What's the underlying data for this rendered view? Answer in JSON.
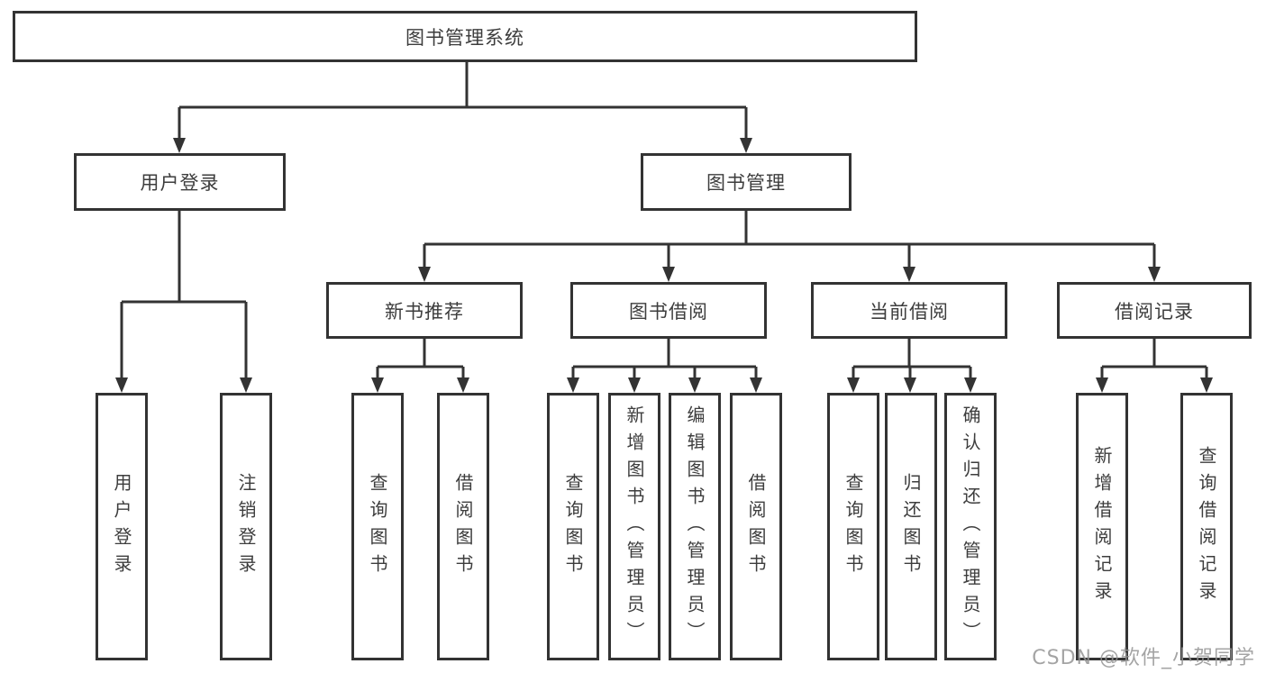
{
  "diagram": {
    "type": "tree-structure-chart",
    "colors": {
      "background": "#ffffff",
      "line": "#333333",
      "box_border": "#333333",
      "text": "#3d3d3d",
      "watermark": "#949494"
    },
    "nodes": {
      "root": {
        "label": "图书管理系统"
      },
      "login": {
        "label": "用户登录"
      },
      "mgmt": {
        "label": "图书管理"
      },
      "rec": {
        "label": "新书推荐"
      },
      "borrow": {
        "label": "图书借阅"
      },
      "current": {
        "label": "当前借阅"
      },
      "record": {
        "label": "借阅记录"
      },
      "login_user": {
        "label": "用户登录"
      },
      "login_logout": {
        "label": "注销登录"
      },
      "rec_search": {
        "label": "查询图书"
      },
      "rec_borrow": {
        "label": "借阅图书"
      },
      "borrow_search": {
        "label": "查询图书"
      },
      "borrow_add": {
        "label": "新增图书（管理员）"
      },
      "borrow_edit": {
        "label": "编辑图书（管理员）"
      },
      "borrow_borrow": {
        "label": "借阅图书"
      },
      "current_search": {
        "label": "查询图书"
      },
      "current_return": {
        "label": "归还图书"
      },
      "current_confirm": {
        "label": "确认归还（管理员）"
      },
      "record_add": {
        "label": "新增借阅记录"
      },
      "record_search": {
        "label": "查询借阅记录"
      }
    },
    "edges": [
      {
        "from": "root",
        "to": [
          "login",
          "mgmt"
        ]
      },
      {
        "from": "login",
        "to": [
          "login_user",
          "login_logout"
        ]
      },
      {
        "from": "mgmt",
        "to": [
          "rec",
          "borrow",
          "current",
          "record"
        ]
      },
      {
        "from": "rec",
        "to": [
          "rec_search",
          "rec_borrow"
        ]
      },
      {
        "from": "borrow",
        "to": [
          "borrow_search",
          "borrow_add",
          "borrow_edit",
          "borrow_borrow"
        ]
      },
      {
        "from": "current",
        "to": [
          "current_search",
          "current_return",
          "current_confirm"
        ]
      },
      {
        "from": "record",
        "to": [
          "record_add",
          "record_search"
        ]
      }
    ],
    "watermark": "CSDN @软件_小贺同学"
  }
}
